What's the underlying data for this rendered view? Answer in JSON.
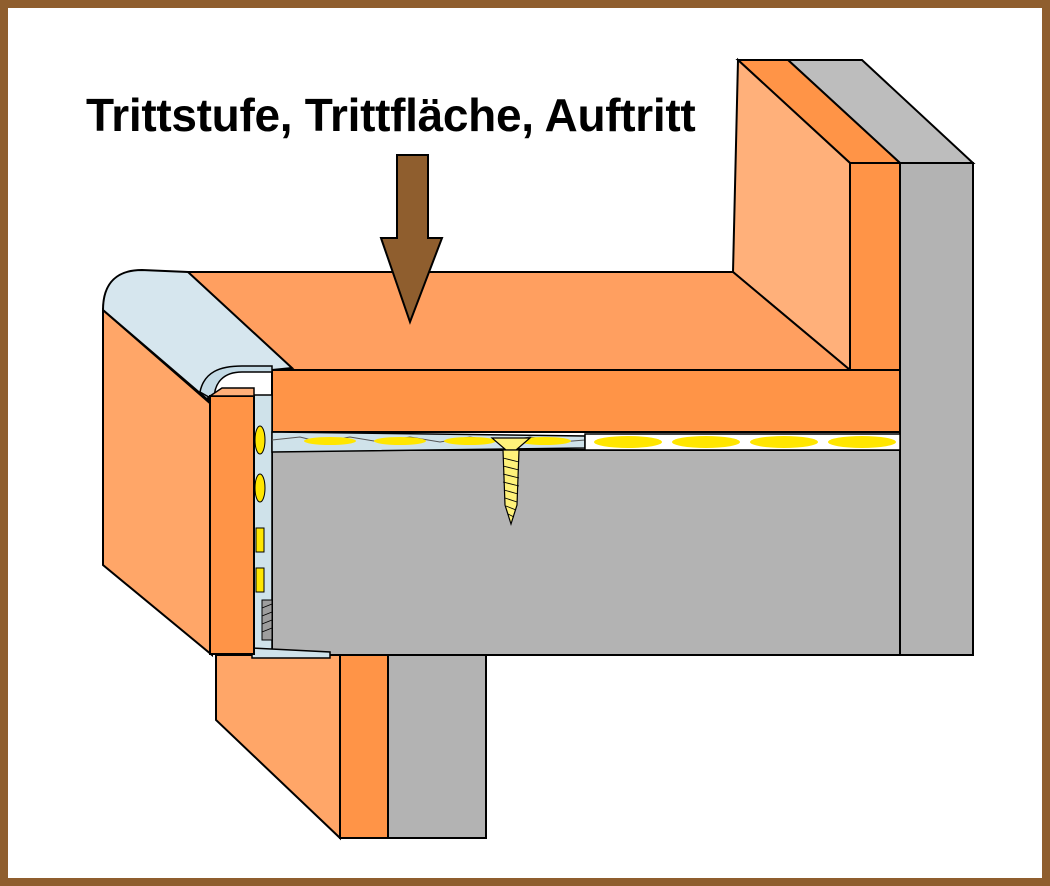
{
  "caption": "Trittstufe, Trittfläche, Auftritt",
  "colors": {
    "frame": "#8f5e2e",
    "arrow": "#8f5e2e",
    "wood_light": "#ffb07a",
    "wood_top": "#ff9f60",
    "wood_dark": "#ff9447",
    "concrete": "#b3b3b3",
    "profile": "#cfe2ea",
    "glue": "#ffe600",
    "screw": "#fff27a"
  },
  "parts": [
    "stair-tread",
    "riser-board",
    "nosing-profile",
    "concrete-step",
    "adhesive-layer",
    "screw",
    "lower-riser",
    "lower-concrete"
  ]
}
